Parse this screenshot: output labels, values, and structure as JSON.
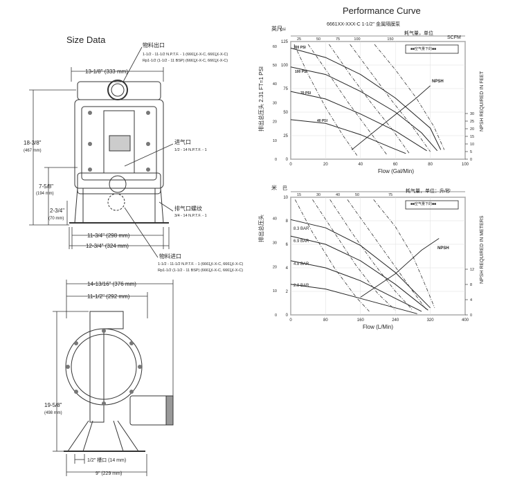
{
  "size_data": {
    "title": "Size Data",
    "front": {
      "dim_width_top": "13-1/8\" (333 mm)",
      "dim_height_total": "18-3/8\"",
      "dim_height_total_mm": "(467 mm)",
      "dim_height_inlet": "7-5/8\"",
      "dim_height_inlet_mm": "(194 mm)",
      "dim_height_base": "2-3/4\"",
      "dim_height_base_mm": "(70 mm)",
      "dim_width_base_inner": "11-3/4\" (298 mm)",
      "dim_width_base_outer": "12-3/4\" (324 mm)",
      "outlet_label": "物料出口",
      "outlet_spec_1": "1-1/2 - 11-1/2 N.P.T.F. - 1 (6661̲X-X-C, 6661̲X-X-C)",
      "outlet_spec_2": "Rp1-1/2 (1-1/2 - 11 BSP) (6661̲X-X-C, 6661̲X-X-C)",
      "air_inlet_label": "进气口",
      "air_inlet_spec": "1/2 - 14 N.P.T.F. - 1",
      "exhaust_label": "排气口螺纹",
      "exhaust_spec": "3/4 - 14 N.P.T.F. - 1",
      "inlet_label": "物料进口",
      "inlet_spec_1": "1-1/2 - 11-1/2 N.P.T.F. - 1 (6661̲X-X-C, 6661̲X-X-C)",
      "inlet_spec_2": "Rp1-1/2 (1-1/2 - 11 BSP) (6661̲X-X-C, 6661̲X-X-C)"
    },
    "side": {
      "dim_width_outer": "14-13/16\" (376 mm)",
      "dim_width_inner": "11-1/2\" (292 mm)",
      "dim_height": "19-5/8\"",
      "dim_height_mm": "(498 mm)",
      "dim_slot": "1/2\" 槽口 (14 mm)",
      "dim_base": "9\" (229 mm)"
    }
  },
  "performance": {
    "title": "Performance Curve",
    "model": "6661XX-XXX-C  1-1/2\"  金属隔膜泵"
  },
  "chart_data": [
    {
      "type": "line",
      "units": "imperial",
      "xlabel": "Flow (Gal/Min)",
      "x_ticks": [
        "0",
        "20",
        "40",
        "60",
        "80",
        "100"
      ],
      "xlim": [
        0,
        100
      ],
      "ylabel": "排出总压头 2.31 FT=1 PSI",
      "y_unit_top": "英尺",
      "y_unit_psi": "psi",
      "y_ticks_ft": [
        "0",
        "25",
        "50",
        "75",
        "100",
        "125"
      ],
      "y_ticks_psi": [
        "0",
        "10",
        "20",
        "30",
        "40",
        "50",
        "60"
      ],
      "ylim_ft": [
        0,
        125
      ],
      "top_ticks": [
        "25",
        "50",
        "75",
        "100",
        "150"
      ],
      "top_label": "耗气量，单位",
      "top_unit": "SCFM",
      "right_label": "NPSH REQUIRED IN FEET",
      "right_ticks": [
        "0",
        "5",
        "10",
        "15",
        "20",
        "25",
        "30"
      ],
      "legend_text": "■■空气量下的■■",
      "npsh_label": "NPSH",
      "pressure_labels": [
        "120 PSI",
        "100 PSI",
        "70 PSI",
        "40 PSI"
      ],
      "series": [
        {
          "name": "120 PSI",
          "points": [
            [
              0,
              118
            ],
            [
              20,
              108
            ],
            [
              40,
              90
            ],
            [
              60,
              65
            ],
            [
              80,
              33
            ],
            [
              86,
              10
            ]
          ]
        },
        {
          "name": "100 PSI",
          "points": [
            [
              0,
              98
            ],
            [
              20,
              90
            ],
            [
              40,
              72
            ],
            [
              60,
              50
            ],
            [
              75,
              28
            ],
            [
              84,
              9
            ]
          ]
        },
        {
          "name": "70 PSI",
          "points": [
            [
              0,
              72
            ],
            [
              20,
              64
            ],
            [
              40,
              48
            ],
            [
              60,
              30
            ],
            [
              78,
              9
            ]
          ]
        },
        {
          "name": "40 PSI",
          "points": [
            [
              0,
              42
            ],
            [
              20,
              38
            ],
            [
              40,
              26
            ],
            [
              58,
              12
            ],
            [
              66,
              6
            ]
          ]
        }
      ],
      "air_curves": [
        {
          "name": "25",
          "points": [
            [
              2,
              122
            ],
            [
              10,
              90
            ],
            [
              20,
              55
            ],
            [
              30,
              25
            ],
            [
              38,
              4
            ]
          ]
        },
        {
          "name": "50",
          "points": [
            [
              10,
              122
            ],
            [
              22,
              90
            ],
            [
              33,
              60
            ],
            [
              45,
              30
            ],
            [
              55,
              5
            ]
          ]
        },
        {
          "name": "75",
          "points": [
            [
              22,
              122
            ],
            [
              34,
              90
            ],
            [
              46,
              60
            ],
            [
              58,
              32
            ],
            [
              68,
              6
            ]
          ]
        },
        {
          "name": "100",
          "points": [
            [
              34,
              122
            ],
            [
              46,
              92
            ],
            [
              58,
              62
            ],
            [
              70,
              34
            ],
            [
              80,
              8
            ]
          ]
        },
        {
          "name": "150",
          "points": [
            [
              48,
              122
            ],
            [
              60,
              95
            ],
            [
              72,
              65
            ],
            [
              82,
              35
            ],
            [
              88,
              10
            ]
          ]
        }
      ],
      "npsh_curve": [
        [
          35,
          10
        ],
        [
          55,
          40
        ],
        [
          72,
          65
        ],
        [
          80,
          78
        ]
      ]
    },
    {
      "type": "line",
      "units": "metric",
      "xlabel": "Flow (L/Min)",
      "x_ticks": [
        "0",
        "80",
        "160",
        "240",
        "320",
        "400"
      ],
      "xlim": [
        0,
        400
      ],
      "ylabel": "排出总压头",
      "y_unit_top": "米",
      "y_unit_bar": "巴",
      "y_ticks_m": [
        "0",
        "10",
        "20",
        "30",
        "40"
      ],
      "y_ticks_bar": [
        "0",
        "2",
        "4",
        "6",
        "8",
        "10"
      ],
      "ylim_bar": [
        0,
        10
      ],
      "top_ticks": [
        "15",
        "30",
        "40",
        "50",
        "75"
      ],
      "top_label": "耗气量，单位：升/秒",
      "right_label": "NPSH REQUIRED IN METERS",
      "right_ticks": [
        "0",
        "4",
        "8",
        "12"
      ],
      "legend_text": "■■空气量下的■■",
      "npsh_label": "NPSH",
      "pressure_labels": [
        "8.3 BAR",
        "6.9 BAR",
        "4.8 BAR",
        "2.8 BAR"
      ],
      "series": [
        {
          "name": "8.3 BAR",
          "points": [
            [
              0,
              8.1
            ],
            [
              80,
              7.4
            ],
            [
              160,
              5.9
            ],
            [
              240,
              3.6
            ],
            [
              320,
              0.6
            ]
          ]
        },
        {
          "name": "6.9 BAR",
          "points": [
            [
              0,
              6.7
            ],
            [
              80,
              6.0
            ],
            [
              160,
              4.6
            ],
            [
              240,
              2.6
            ],
            [
              315,
              0.4
            ]
          ]
        },
        {
          "name": "4.8 BAR",
          "points": [
            [
              0,
              4.6
            ],
            [
              80,
              4.0
            ],
            [
              160,
              2.9
            ],
            [
              240,
              1.4
            ],
            [
              300,
              0.3
            ]
          ]
        },
        {
          "name": "2.8 BAR",
          "points": [
            [
              0,
              2.6
            ],
            [
              80,
              2.2
            ],
            [
              160,
              1.4
            ],
            [
              240,
              0.6
            ],
            [
              290,
              0.1
            ]
          ]
        }
      ],
      "air_curves": [
        {
          "name": "15",
          "points": [
            [
              10,
              9.8
            ],
            [
              50,
              7.0
            ],
            [
              100,
              4.0
            ],
            [
              150,
              1.5
            ],
            [
              180,
              0.3
            ]
          ]
        },
        {
          "name": "30",
          "points": [
            [
              50,
              9.8
            ],
            [
              100,
              7.0
            ],
            [
              150,
              4.2
            ],
            [
              200,
              1.8
            ],
            [
              240,
              0.4
            ]
          ]
        },
        {
          "name": "40",
          "points": [
            [
              90,
              9.8
            ],
            [
              140,
              7.0
            ],
            [
              190,
              4.4
            ],
            [
              240,
              2.0
            ],
            [
              280,
              0.4
            ]
          ]
        },
        {
          "name": "50",
          "points": [
            [
              130,
              9.8
            ],
            [
              180,
              7.2
            ],
            [
              230,
              4.6
            ],
            [
              280,
              2.0
            ],
            [
              310,
              0.5
            ]
          ]
        },
        {
          "name": "75",
          "points": [
            [
              190,
              9.8
            ],
            [
              240,
              7.5
            ],
            [
              280,
              5.0
            ],
            [
              310,
              2.4
            ],
            [
              330,
              0.6
            ]
          ]
        }
      ],
      "npsh_curve": [
        [
          160,
          1.5
        ],
        [
          240,
          3.5
        ],
        [
          300,
          5.5
        ],
        [
          340,
          6.5
        ]
      ]
    }
  ]
}
